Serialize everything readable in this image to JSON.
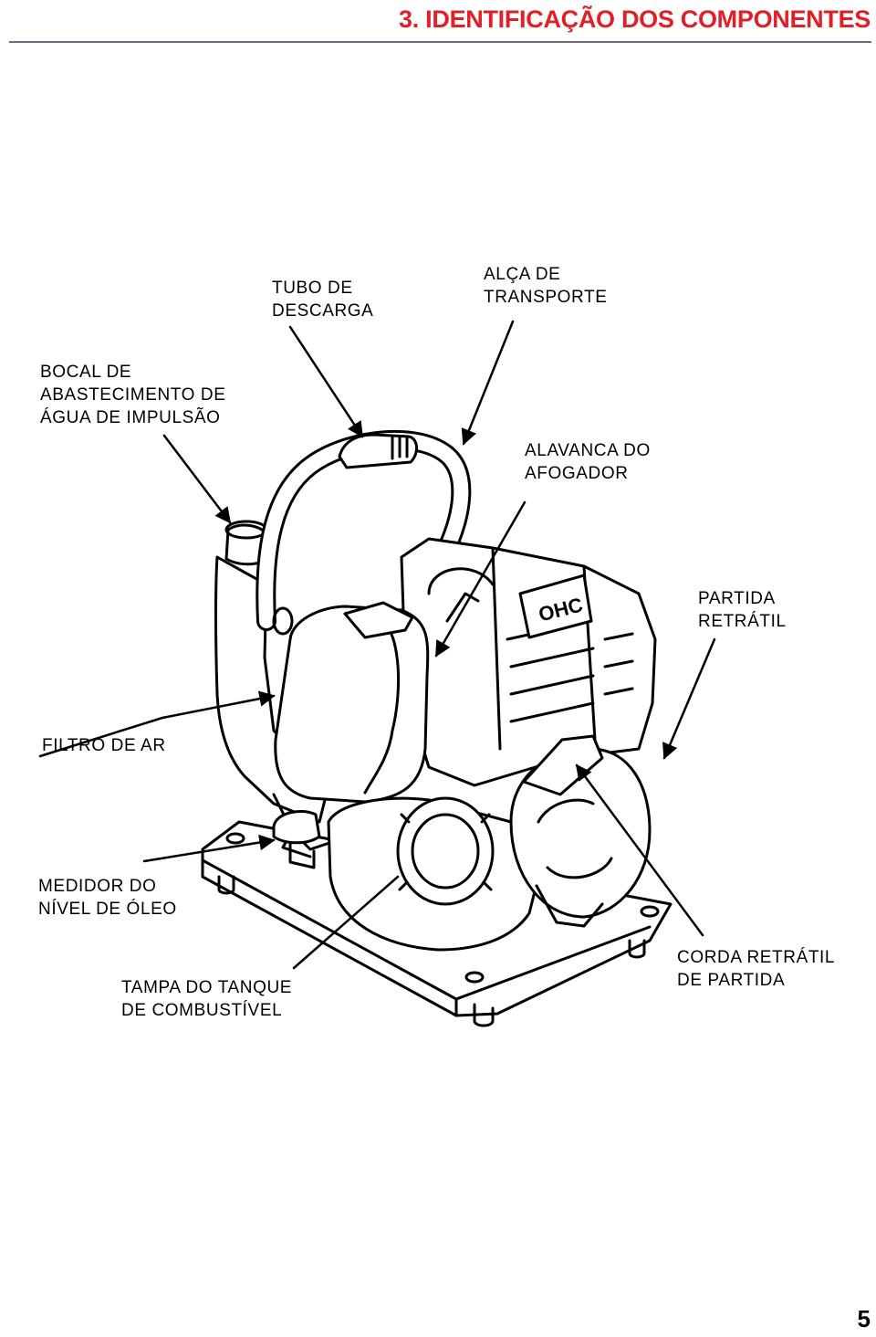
{
  "header": {
    "title": "3. IDENTIFICAÇÃO DOS COMPONENTES",
    "accent": "#e21f26"
  },
  "labels": {
    "tubo_descarga": {
      "line1": "TUBO DE",
      "line2": "DESCARGA"
    },
    "alca_transporte": {
      "line1": "ALÇA DE",
      "line2": "TRANSPORTE"
    },
    "bocal": {
      "line1": "BOCAL DE",
      "line2": "ABASTECIMENTO DE",
      "line3": "ÁGUA DE IMPULSÃO"
    },
    "alavanca": {
      "line1": "ALAVANCA DO",
      "line2": "AFOGADOR"
    },
    "partida": {
      "line1": "PARTIDA",
      "line2": "RETRÁTIL"
    },
    "filtro": {
      "line1": "FILTRO DE AR"
    },
    "medidor": {
      "line1": "MEDIDOR DO",
      "line2": "NÍVEL DE ÓLEO"
    },
    "tampa": {
      "line1": "TAMPA DO TANQUE",
      "line2": "DE COMBUSTÍVEL"
    },
    "corda": {
      "line1": "CORDA RETRÁTIL",
      "line2": "DE PARTIDA"
    }
  },
  "illustration": {
    "logo_text": "OHC"
  },
  "page_number": "5"
}
